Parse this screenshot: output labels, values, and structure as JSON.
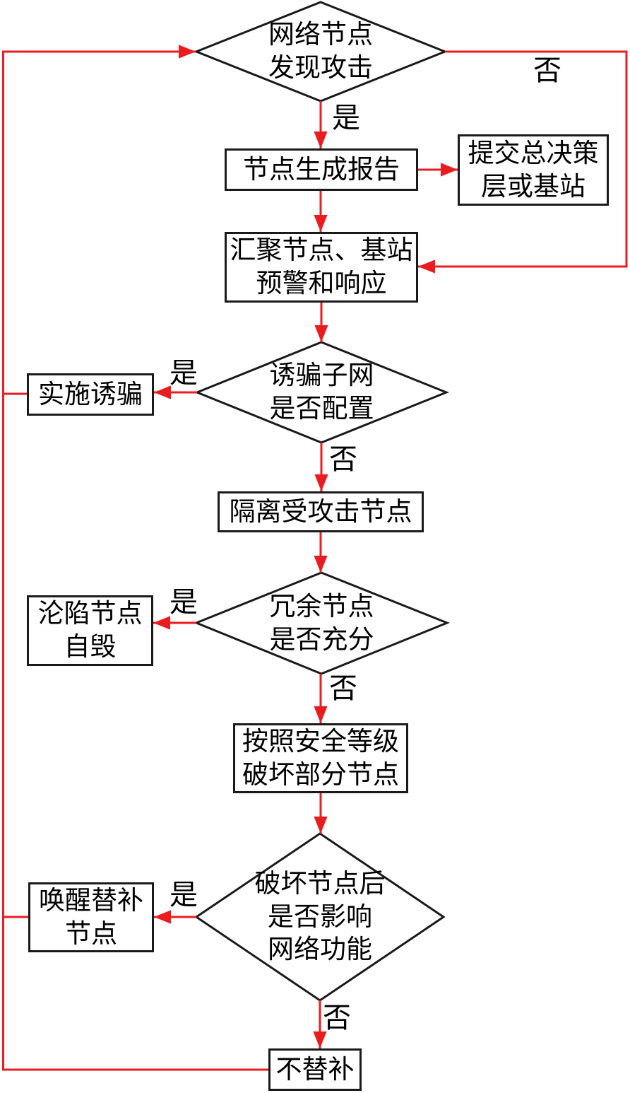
{
  "figure": {
    "background": "#ffffff",
    "colors": {
      "connector": "#ea1c20",
      "shape_outline": "#1a1a1a",
      "text": "#000000"
    },
    "nodes": {
      "detect": {
        "shape": "diamond",
        "lines": [
          "网络节点",
          "发现攻击"
        ]
      },
      "report": {
        "shape": "rectangle",
        "lines": [
          "节点生成报告"
        ]
      },
      "submit": {
        "shape": "rectangle",
        "lines": [
          "提交总决策",
          "层或基站"
        ]
      },
      "sink": {
        "shape": "rectangle",
        "lines": [
          "汇聚节点、基站",
          "预警和响应"
        ]
      },
      "decoy_check": {
        "shape": "diamond",
        "lines": [
          "诱骗子网",
          "是否配置"
        ]
      },
      "decoy": {
        "shape": "rectangle",
        "lines": [
          "实施诱骗"
        ]
      },
      "isolate": {
        "shape": "rectangle",
        "lines": [
          "隔离受攻击节点"
        ]
      },
      "redundancy_check": {
        "shape": "diamond",
        "lines": [
          "冗余节点",
          "是否充分"
        ]
      },
      "self_destruct": {
        "shape": "rectangle",
        "lines": [
          "沦陷节点",
          "自毁"
        ]
      },
      "degrade": {
        "shape": "rectangle",
        "lines": [
          "按照安全等级",
          "破坏部分节点"
        ]
      },
      "impact_check": {
        "shape": "diamond",
        "lines": [
          "破坏节点后",
          "是否影响",
          "网络功能"
        ]
      },
      "wake": {
        "shape": "rectangle",
        "lines": [
          "唤醒替补",
          "节点"
        ]
      },
      "no_sub": {
        "shape": "rectangle",
        "lines": [
          "不替补"
        ]
      }
    },
    "edges": [
      {
        "from": "detect",
        "to": "report",
        "label": "是"
      },
      {
        "from": "detect",
        "to": "sink",
        "label": "否"
      },
      {
        "from": "report",
        "to": "submit",
        "label": ""
      },
      {
        "from": "report",
        "to": "sink",
        "label": ""
      },
      {
        "from": "sink",
        "to": "decoy_check",
        "label": ""
      },
      {
        "from": "decoy_check",
        "to": "decoy",
        "label": "是"
      },
      {
        "from": "decoy_check",
        "to": "isolate",
        "label": "否"
      },
      {
        "from": "decoy",
        "to": "detect",
        "label": ""
      },
      {
        "from": "isolate",
        "to": "redundancy_check",
        "label": ""
      },
      {
        "from": "redundancy_check",
        "to": "self_destruct",
        "label": "是"
      },
      {
        "from": "redundancy_check",
        "to": "degrade",
        "label": "否"
      },
      {
        "from": "degrade",
        "to": "impact_check",
        "label": ""
      },
      {
        "from": "impact_check",
        "to": "wake",
        "label": "是"
      },
      {
        "from": "impact_check",
        "to": "no_sub",
        "label": "否"
      },
      {
        "from": "wake",
        "to": "detect",
        "label": ""
      },
      {
        "from": "no_sub",
        "to": "detect",
        "label": ""
      }
    ]
  }
}
